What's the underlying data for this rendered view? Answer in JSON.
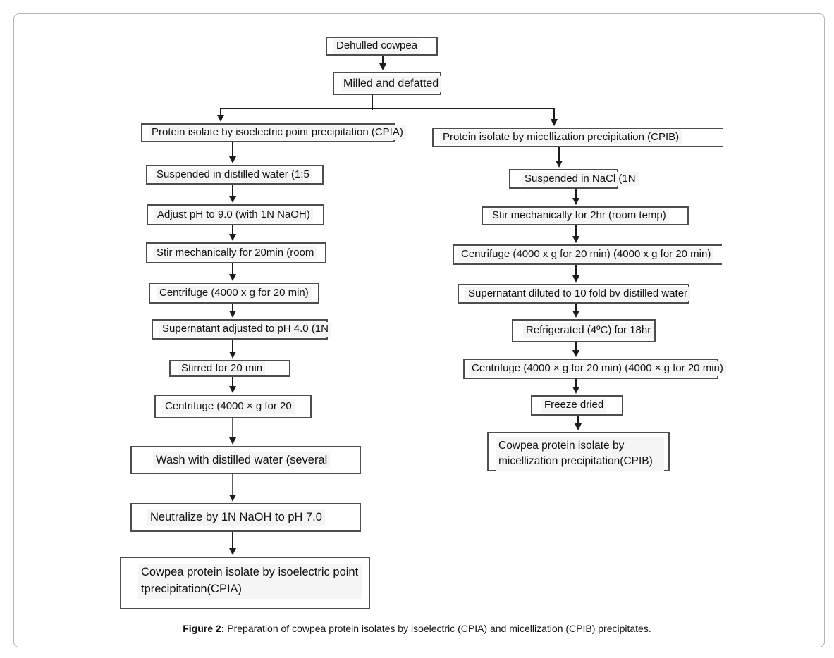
{
  "diagram": {
    "top": {
      "source": "Dehulled cowpea",
      "process": "Milled and defatted"
    },
    "left": {
      "header": "Protein isolate by isoelectric point precipitation (CPIA)",
      "steps": [
        "Suspended in distilled water (1:5",
        "Adjust pH to 9.0 (with 1N NaOH)",
        "Stir mechanically for 20min (room",
        "Centrifuge (4000 x g for 20 min)",
        "Supernatant adjusted to pH 4.0 (1N",
        "Stirred for 20 min",
        "Centrifuge (4000 × g for 20",
        "Wash with distilled water (several",
        "Neutralize by 1N NaOH to pH 7.0"
      ],
      "result": "Cowpea protein isolate by isoelectric point tprecipitation(CPIA)"
    },
    "right": {
      "header": "Protein isolate by micellization precipitation (CPIB)",
      "steps": [
        "Suspended in NaCl (1N",
        "Stir mechanically for 2hr (room temp)",
        "Centrifuge (4000 x g for 20 min) (4000 x g for 20 min)",
        "Supernatant diluted to 10 fold bv distilled water",
        "Refrigerated (4ºC) for 18hr",
        "Centrifuge (4000 × g for 20 min) (4000 × g for 20 min)",
        "Freeze dried"
      ],
      "result": "Cowpea protein isolate by micellization precipitation(CPIB)"
    }
  },
  "caption": {
    "label": "Figure 2:",
    "text": "Preparation of cowpea protein isolates by isoelectric (CPIA) and micellization (CPIB) precipitates."
  },
  "colors": {
    "box_border": "#4d4d4d",
    "connector": "#1c1c1c",
    "frame_border": "#b5b5b5",
    "text": "#111111",
    "text_highlight": "#f5f5f5"
  }
}
